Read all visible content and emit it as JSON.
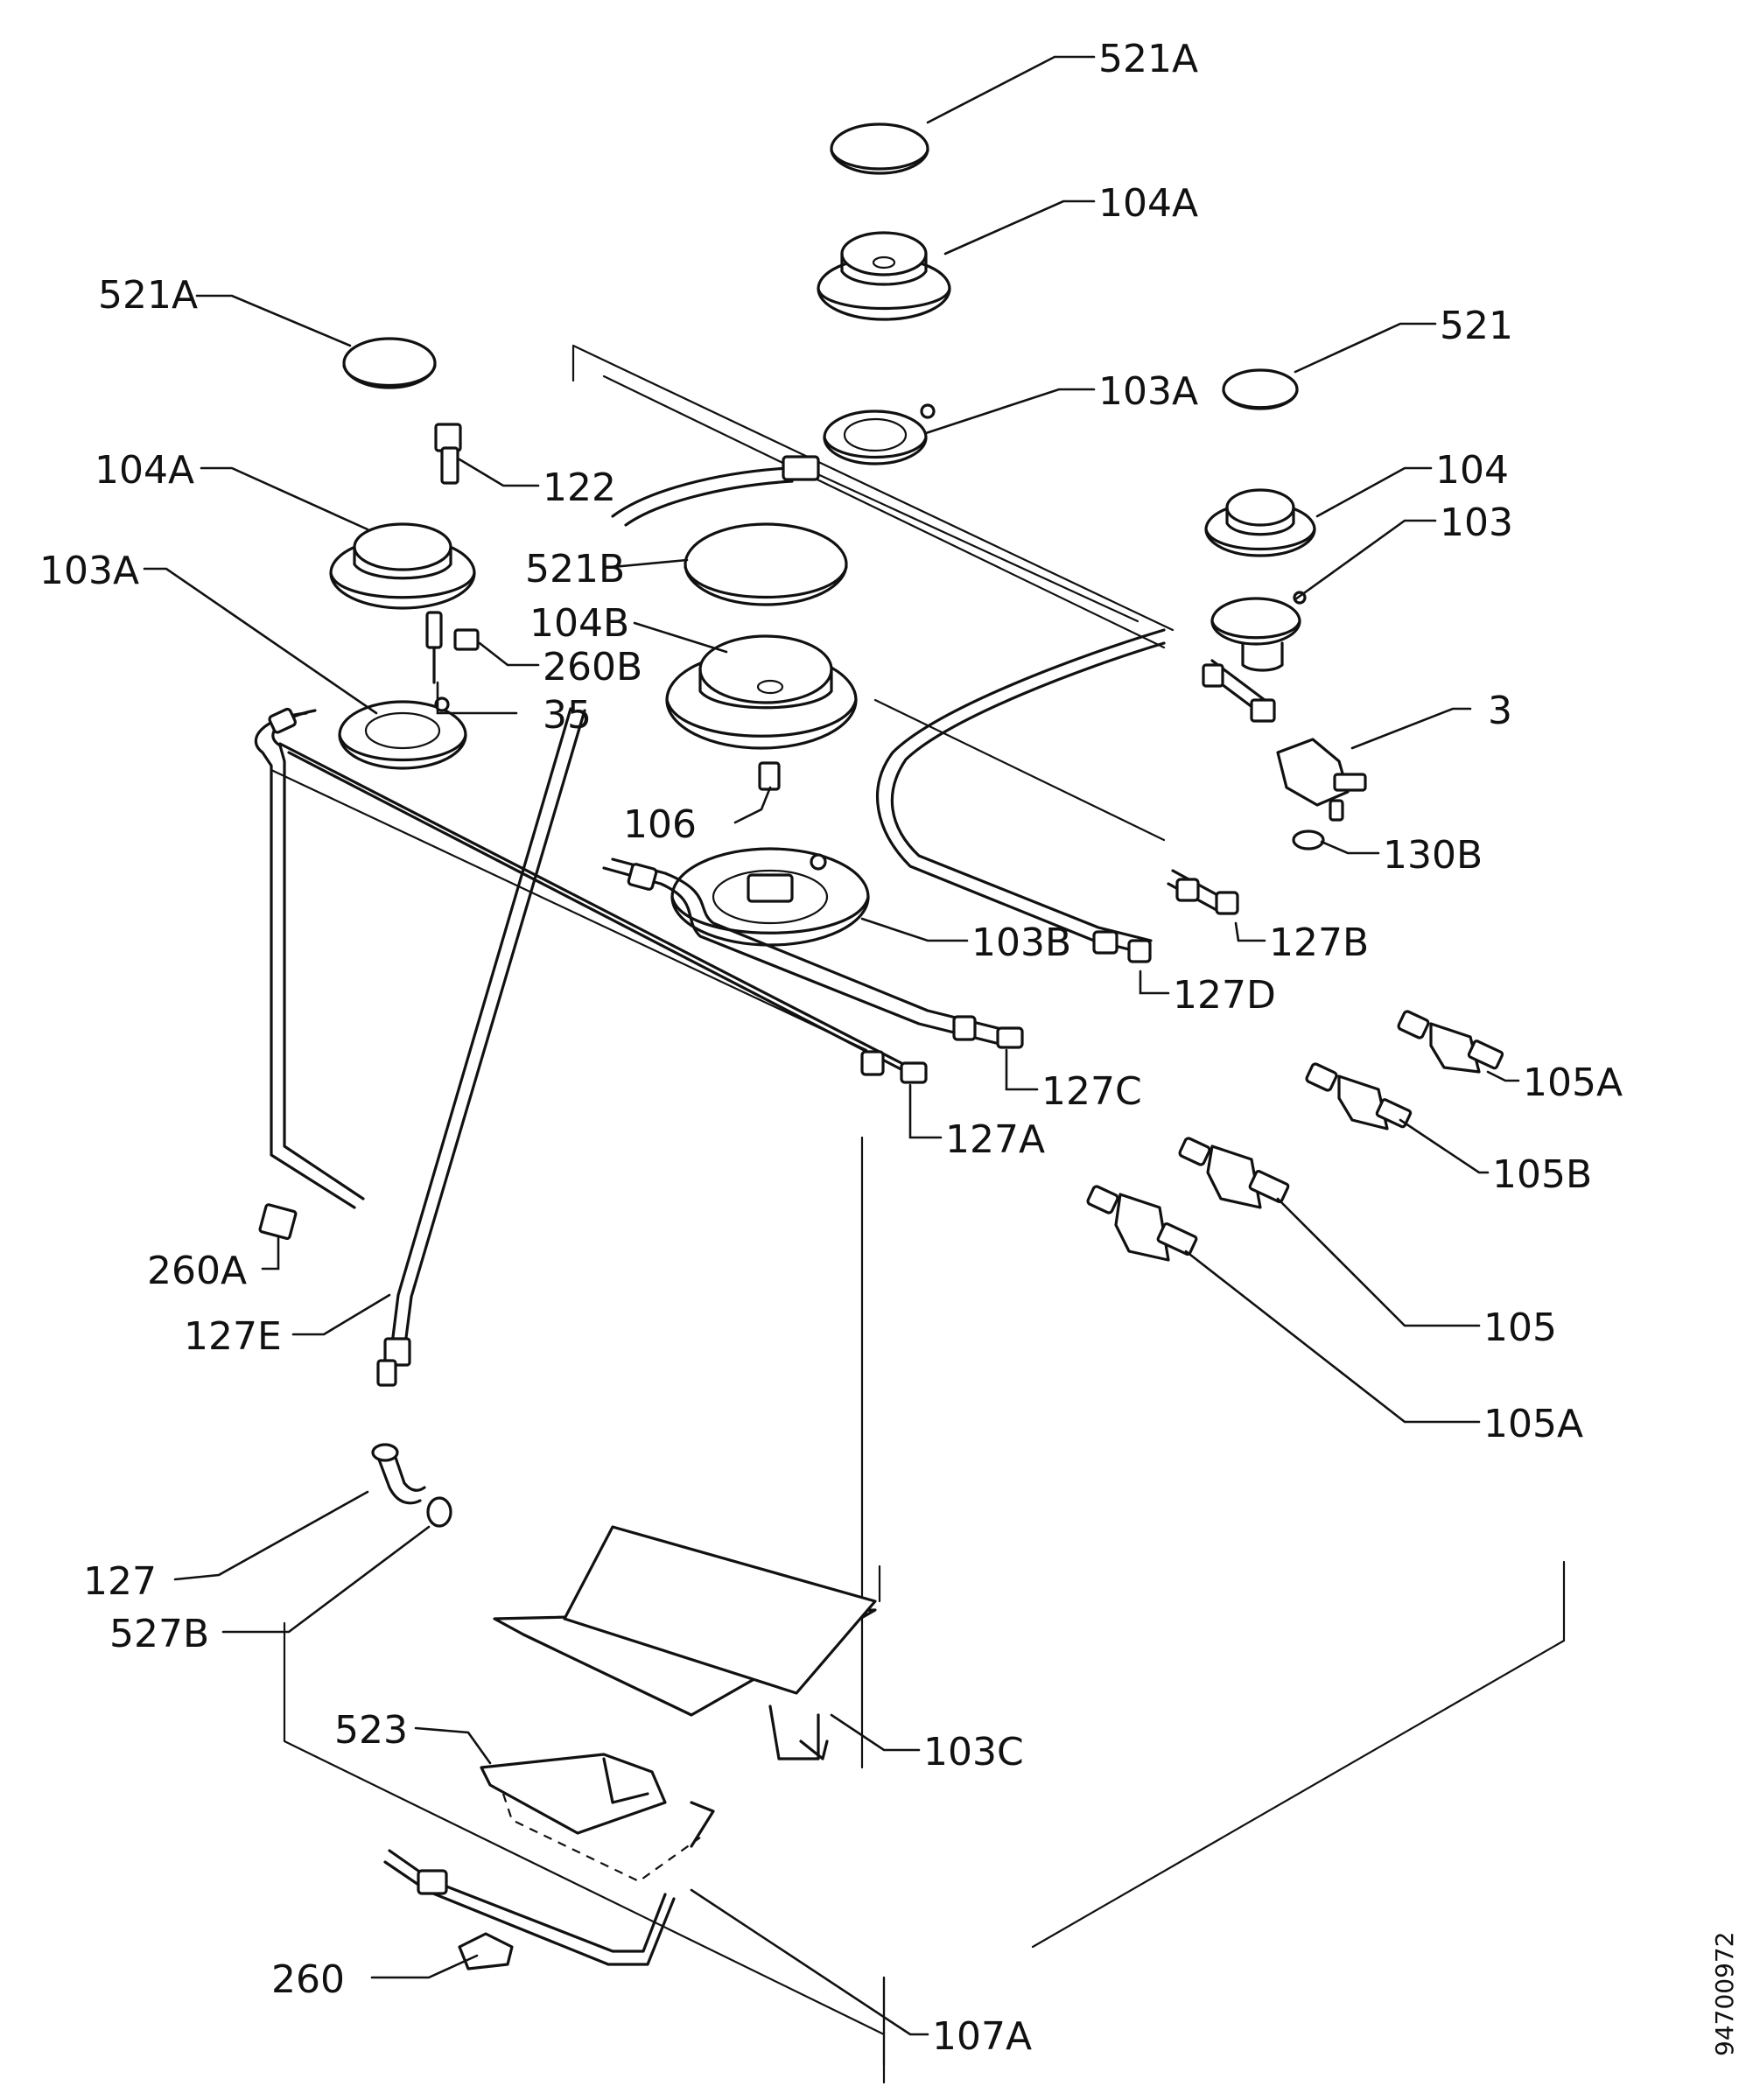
{
  "labels": {
    "l1": "521A",
    "l2": "104A",
    "l3": "521A",
    "l4": "521",
    "l5": "103A",
    "l6": "104",
    "l7": "122",
    "l8": "104A",
    "l9": "103",
    "l10": "521B",
    "l11": "103A",
    "l12": "104B",
    "l13": "260B",
    "l14": "35",
    "l15": "3",
    "l16": "106",
    "l17": "130B",
    "l18": "103B",
    "l19": "127B",
    "l20": "127D",
    "l21": "105A",
    "l22": "127C",
    "l23": "127A",
    "l24": "105B",
    "l25": "260A",
    "l26": "105",
    "l27": "127E",
    "l28": "105A",
    "l29": "127",
    "l30": "527B",
    "l31": "523",
    "l32": "103C",
    "l33": "260",
    "l34": "107A"
  },
  "drawing_code": "94700972"
}
